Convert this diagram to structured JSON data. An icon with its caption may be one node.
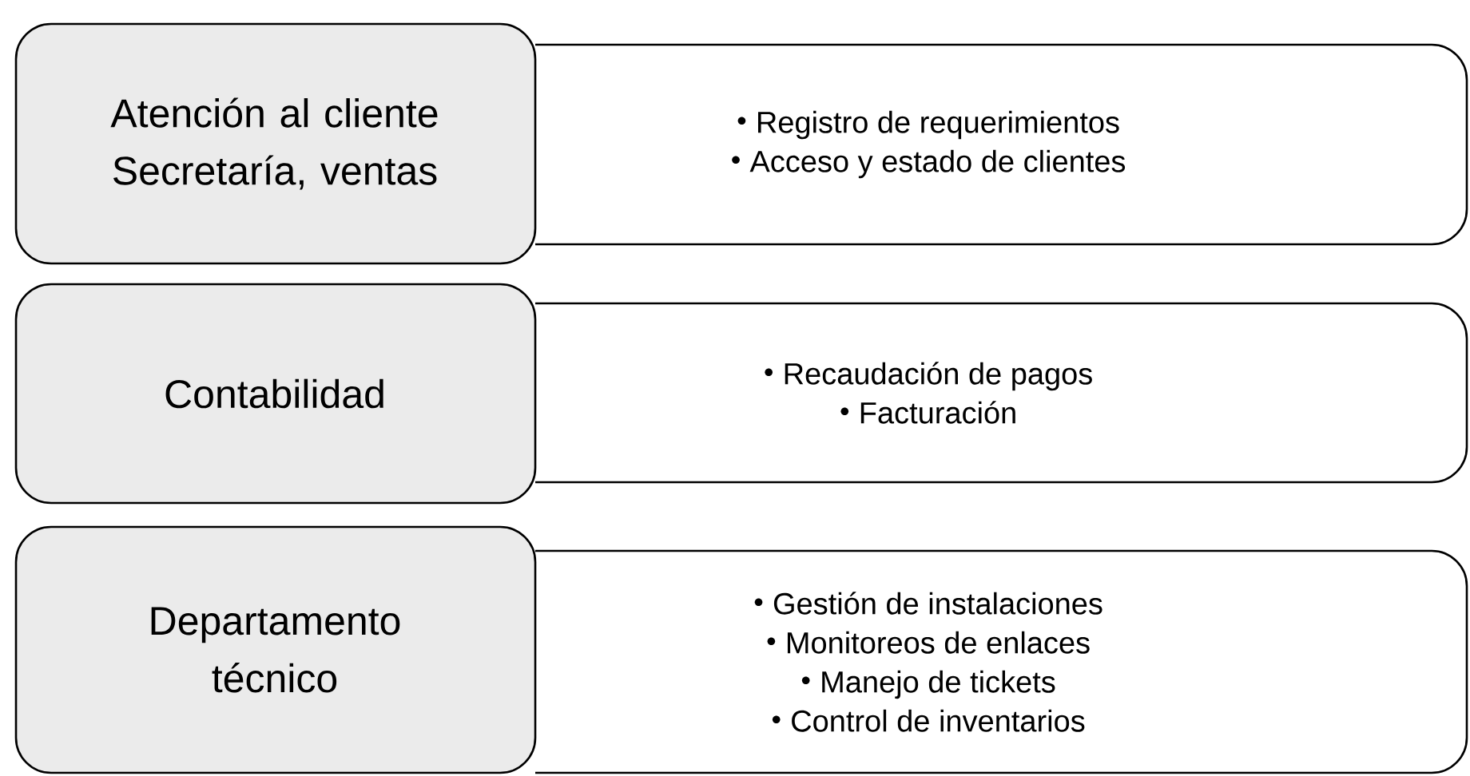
{
  "diagram": {
    "nodes": [
      {
        "text": [
          "Atención al cliente",
          "Secretaría, ventas"
        ]
      },
      {
        "text": [
          "Registro de requerimientos",
          "Acceso y estado de clientes"
        ]
      },
      {
        "text": [
          "Contabilidad"
        ]
      },
      {
        "text": [
          "Recaudación de pagos",
          "Facturación"
        ]
      },
      {
        "text": [
          "Departamento técnico"
        ]
      },
      {
        "text": [
          "Gestión de instalaciones",
          "Monitoreos de enlaces",
          "Manejo de tickets",
          "Control de inventarios"
        ]
      }
    ]
  }
}
